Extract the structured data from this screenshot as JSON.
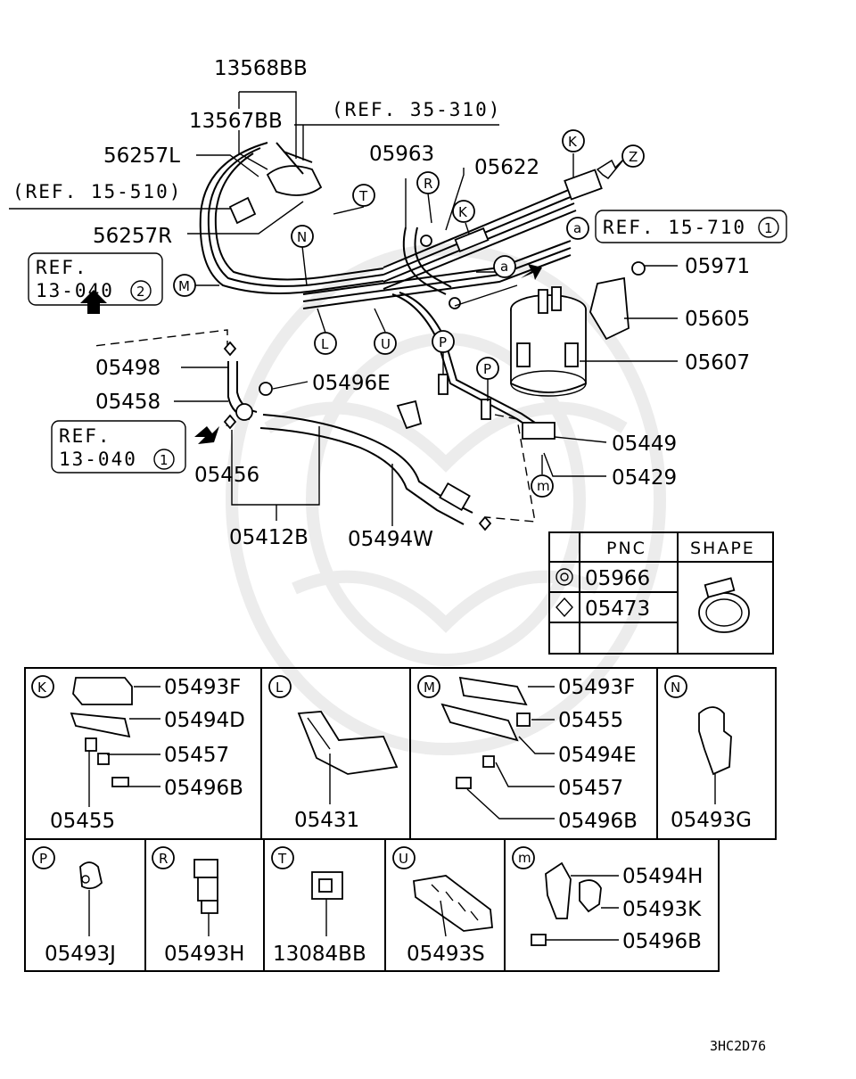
{
  "diagram": {
    "drawing_code": "3HC2D76",
    "callouts": {
      "p13568BB": "13568BB",
      "p13567BB": "13567BB",
      "p56257L": "56257L",
      "p56257R": "56257R",
      "p05963": "05963",
      "p05622": "05622",
      "p05971": "05971",
      "p05605": "05605",
      "p05607": "05607",
      "p05498": "05498",
      "p05458": "05458",
      "p05496E": "05496E",
      "p05456": "05456",
      "p05412B": "05412B",
      "p05494W": "05494W",
      "p05449": "05449",
      "p05429": "05429"
    },
    "refs": {
      "ref35_310": "(REF. 35-310)",
      "ref15_510": "(REF. 15-510)",
      "ref15_710": "REF. 15-710",
      "ref15_710_num": "1",
      "ref13_040a_l1": "REF.",
      "ref13_040a_l2": "13-040",
      "ref13_040a_num": "2",
      "ref13_040b_l1": "REF.",
      "ref13_040b_l2": "13-040",
      "ref13_040b_num": "1"
    },
    "circle_labels": {
      "K": "K",
      "Z": "Z",
      "R": "R",
      "T": "T",
      "N": "N",
      "M": "M",
      "L": "L",
      "U": "U",
      "P": "P",
      "a": "a",
      "m": "m"
    }
  },
  "pnc_table": {
    "headers": [
      "PNC",
      "SHAPE"
    ],
    "rows": [
      {
        "symbol": "double-circle",
        "pnc": "05966"
      },
      {
        "symbol": "diamond",
        "pnc": "05473"
      }
    ]
  },
  "detail_panels": [
    {
      "label": "K",
      "parts": [
        "05493F",
        "05494D",
        "05457",
        "05496B",
        "05455"
      ]
    },
    {
      "label": "L",
      "parts": [
        "05431"
      ]
    },
    {
      "label": "M",
      "parts": [
        "05493F",
        "05455",
        "05494E",
        "05457",
        "05496B"
      ]
    },
    {
      "label": "N",
      "parts": [
        "05493G"
      ]
    },
    {
      "label": "P",
      "parts": [
        "05493J"
      ]
    },
    {
      "label": "R",
      "parts": [
        "05493H"
      ]
    },
    {
      "label": "T",
      "parts": [
        "13084BB"
      ]
    },
    {
      "label": "U",
      "parts": [
        "05493S"
      ]
    },
    {
      "label": "m",
      "parts": [
        "05494H",
        "05493K",
        "05496B"
      ]
    }
  ]
}
